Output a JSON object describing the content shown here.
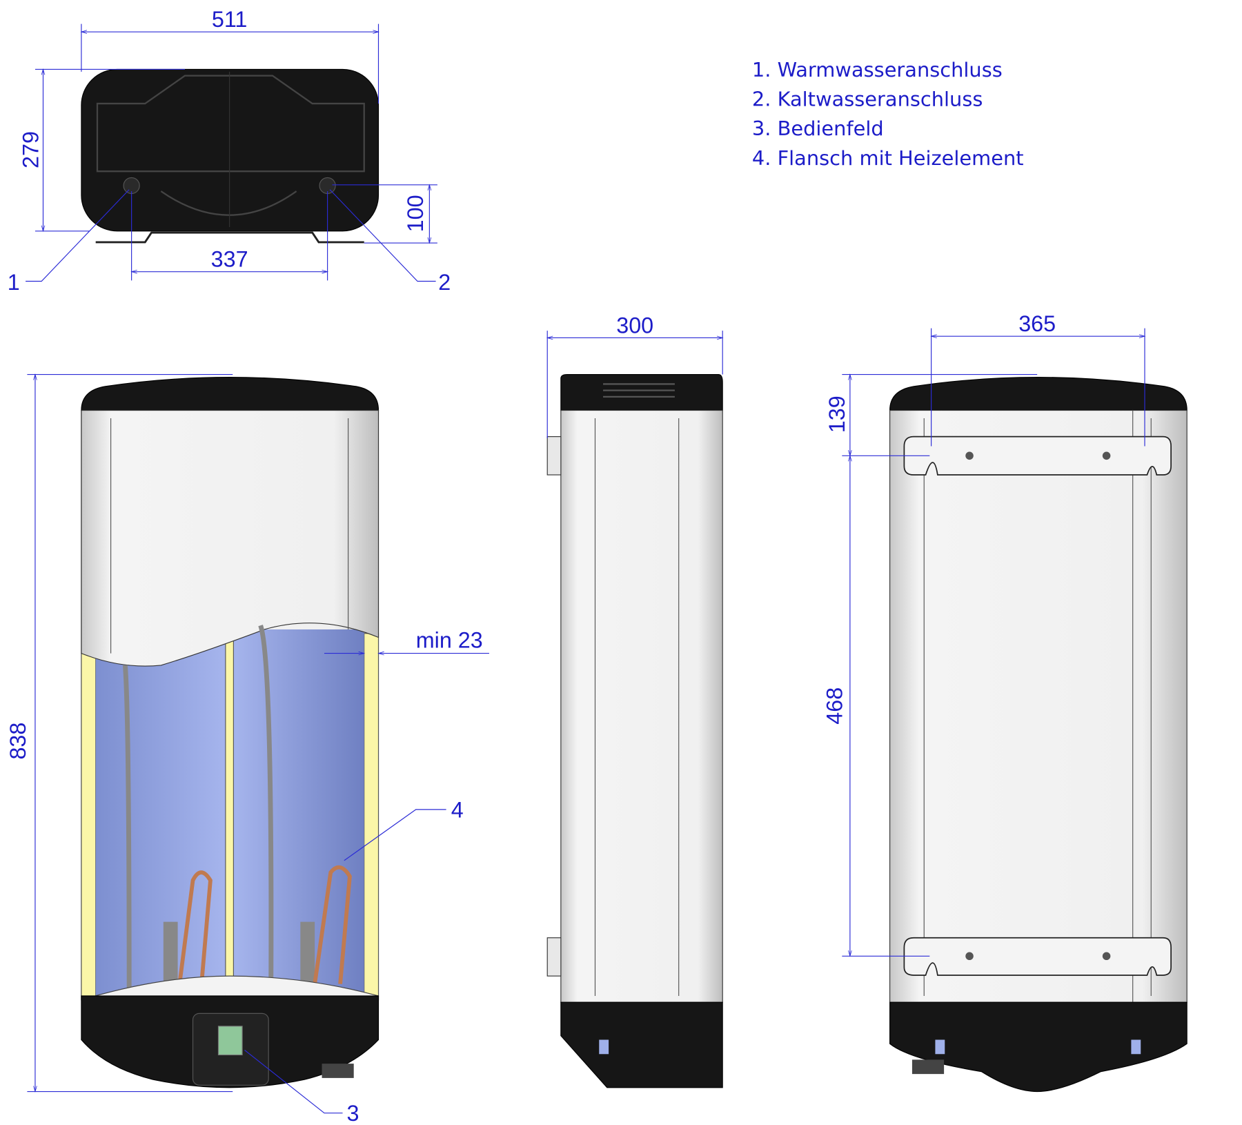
{
  "dimensions": {
    "top_width": "511",
    "top_depth": "279",
    "pipe_height": "100",
    "pipe_spacing": "337",
    "side_depth": "300",
    "rail_spacing": "365",
    "top_to_rail": "139",
    "rail_to_rail": "468",
    "total_height": "838",
    "min_clearance": "min  23"
  },
  "callouts": [
    "1",
    "2",
    "3",
    "4"
  ],
  "legend": [
    "1. Warmwasseranschluss",
    "2. Kaltwasseranschluss",
    "3. Bedienfeld",
    "4. Flansch mit Heizelement"
  ],
  "colors": {
    "dimension": "#1c1cc8",
    "body_black": "#161616",
    "tank_blue": "#9fb0ea",
    "insulation_yellow": "#fbf6a8",
    "shell_white": "#efefef"
  }
}
